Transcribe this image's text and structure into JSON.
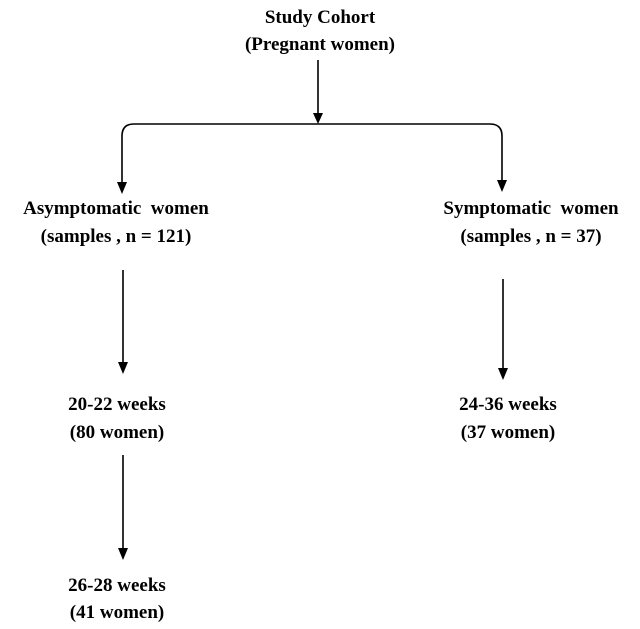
{
  "flowchart": {
    "root": {
      "line1": "Study Cohort",
      "line2": "(Pregnant women)"
    },
    "asymptomatic": {
      "line1": "Asymptomatic  women",
      "line2": "(samples , n = 121)"
    },
    "symptomatic": {
      "line1": "Symptomatic  women",
      "line2": "(samples , n = 37)"
    },
    "asym_stage1": {
      "line1": "20-22 weeks",
      "line2": "(80 women)"
    },
    "asym_stage2": {
      "line1": "26-28 weeks",
      "line2": "(41 women)"
    },
    "sym_stage1": {
      "line1": "24-36 weeks",
      "line2": "(37 women)"
    }
  },
  "colors": {
    "text": "#000000",
    "lines": "#000000",
    "background": "#ffffff"
  }
}
